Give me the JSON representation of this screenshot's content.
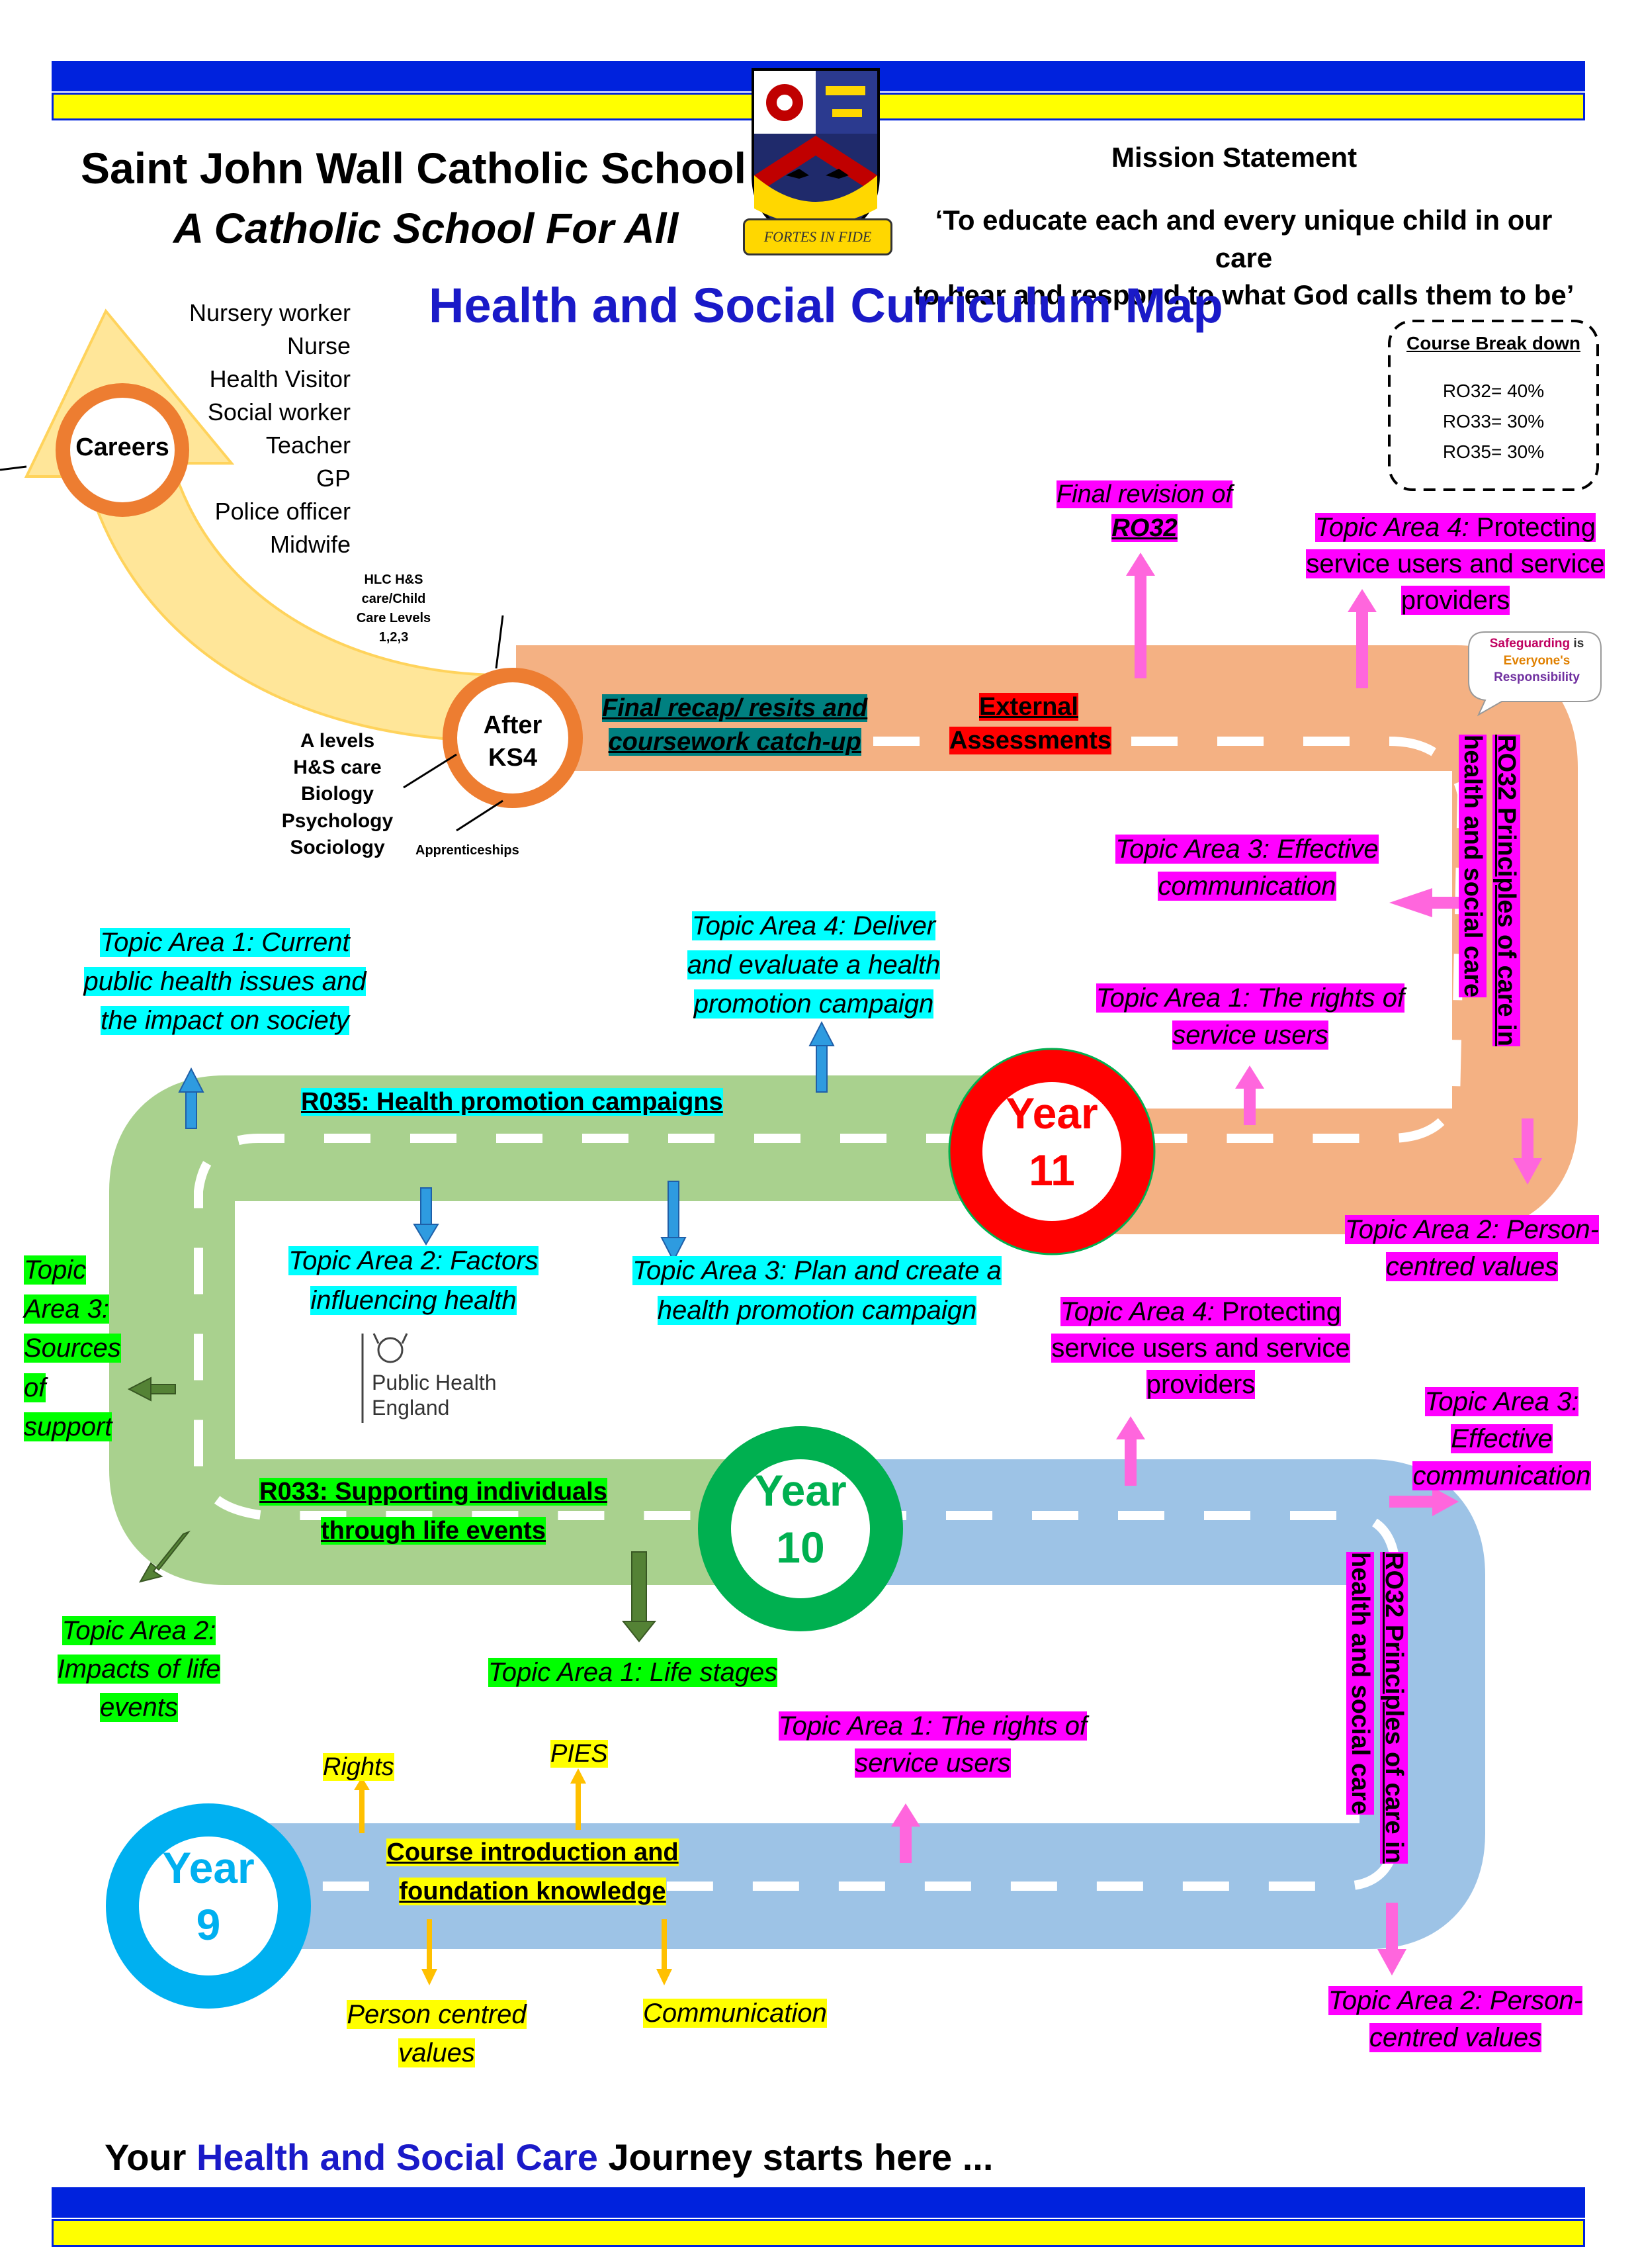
{
  "header": {
    "school_name": "Saint John Wall Catholic School",
    "tagline": "A Catholic School For All",
    "crest_motto": "FORTES IN FIDE",
    "mission_heading": "Mission Statement",
    "mission_line1": "‘To educate each and every unique child in our care",
    "mission_line2": "to hear and respond to what God calls them to be’",
    "title": "Health and Social Curriculum Map"
  },
  "course_breakdown": {
    "heading": "Course Break down",
    "items": [
      "RO32= 40%",
      "RO33= 30%",
      "RO35= 30%"
    ]
  },
  "careers": {
    "label": "Careers",
    "jobs": [
      "Nursery worker",
      "Nurse",
      "Health Visitor",
      "Social worker",
      "Teacher",
      "GP",
      "Police officer",
      "Midwife"
    ]
  },
  "after_ks4": {
    "label_line1": "After",
    "label_line2": "KS4",
    "hlc": [
      "HLC H&S",
      "care/Child",
      "Care Levels",
      "1,2,3"
    ],
    "a_levels": [
      "A levels",
      "H&S care",
      "Biology",
      "Psychology",
      "Sociology"
    ],
    "apprenticeships": "Apprenticeships"
  },
  "year11_top": {
    "final_recap_1": "Final recap/ resits and",
    "final_recap_2": "coursework catch-up",
    "external_1": "External",
    "external_2": "Assessments",
    "final_revision_1": "Final revision of",
    "final_revision_2": "RO32",
    "ta4_prefix": "Topic Area 4:",
    "ta4_rest_1": " Protecting",
    "ta4_rest_2": "service users and service",
    "ta4_rest_3": "providers",
    "safeguarding_1": "Safeguarding",
    "safeguarding_is": " is",
    "safeguarding_2": "Everyone's",
    "safeguarding_3": "Responsibility",
    "ro32_vertical_1": "RO32 Principles of care in",
    "ro32_vertical_2": "health and social care",
    "ta3_1": "Topic Area 3:  Effective",
    "ta3_2": "communication",
    "ta1_1": "Topic Area 1:  The rights of",
    "ta1_2": "service users",
    "ta2_1": "Topic Area 2:  Person-",
    "ta2_2": "centred values"
  },
  "year11_circle": {
    "line1": "Year",
    "line2": "11"
  },
  "ro35": {
    "title": "R035: Health promotion campaigns",
    "ta1_1": "Topic Area 1: Current",
    "ta1_2": "public health issues and",
    "ta1_3": "the impact on society",
    "ta4_1": "Topic Area 4:  Deliver",
    "ta4_2": "and evaluate a health",
    "ta4_3": "promotion campaign",
    "ta2_1": "Topic Area 2:  Factors",
    "ta2_2": "influencing health",
    "ta3_1": "Topic Area 3:  Plan and create a",
    "ta3_2": "health promotion campaign",
    "phe_1": "Public Health",
    "phe_2": "England"
  },
  "ro33": {
    "title_1": "R033: Supporting individuals",
    "title_2": "through life events",
    "ta3": [
      "Topic",
      "Area 3:",
      "Sources",
      "of",
      "support"
    ],
    "ta2_1": "Topic Area 2:",
    "ta2_2": "Impacts of life",
    "ta2_3": "events",
    "ta1": "Topic Area 1: Life stages"
  },
  "year10_circle": {
    "line1": "Year",
    "line2": "10"
  },
  "year10_ro32": {
    "ta4_prefix": "Topic Area 4:",
    "ta4_rest_1": " Protecting",
    "ta4_rest_2": "service users and service",
    "ta4_rest_3": "providers",
    "ta3_1": "Topic Area 3:",
    "ta3_2": "Effective",
    "ta3_3": "communication",
    "vertical_1": "RO32 Principles of care in",
    "vertical_2": "health and social care",
    "ta1_1": "Topic Area 1:  The rights of",
    "ta1_2": "service users",
    "ta2_1": "Topic Area 2:  Person-",
    "ta2_2": "centred values"
  },
  "year9_circle": {
    "line1": "Year",
    "line2": "9"
  },
  "year9": {
    "course_1": "Course introduction and",
    "course_2": "foundation knowledge",
    "rights": "Rights",
    "pies": "PIES",
    "pcv_1": "Person centred",
    "pcv_2": "values",
    "communication": "Communication"
  },
  "footer": {
    "your": "Your ",
    "hsc": "Health and Social Care",
    "rest": "  Journey starts here ..."
  },
  "colors": {
    "blue_band": "#0022dd",
    "yellow_band": "#ffff00",
    "orange_road": "#f4b183",
    "green_road": "#a9d18e",
    "blue_road": "#9dc3e6",
    "title_blue": "#1a1ac8",
    "year9": "#00b0f0",
    "year10": "#00b050",
    "year11": "#ff0000",
    "careers_ring": "#ed7d31",
    "arrow_pink": "#ff66dd"
  }
}
